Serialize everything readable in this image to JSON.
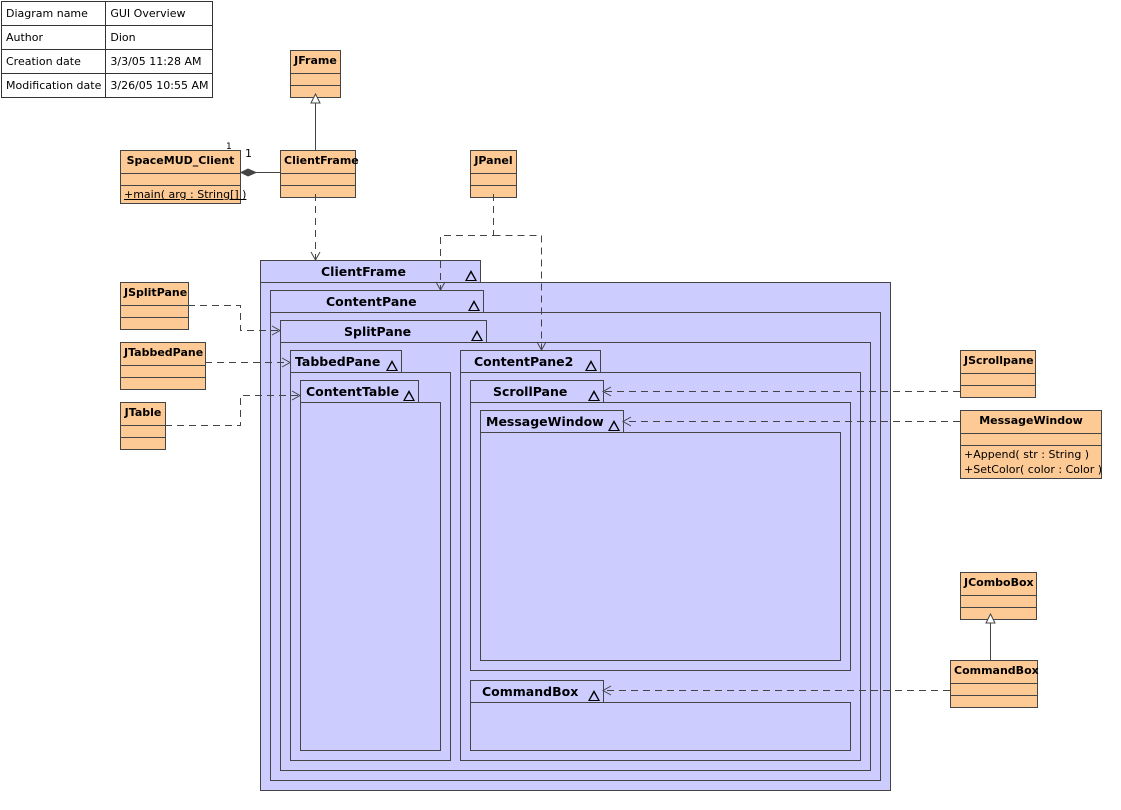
{
  "info": [
    {
      "label": "Diagram name",
      "value": "GUI Overview"
    },
    {
      "label": "Author",
      "value": "Dion"
    },
    {
      "label": "Creation date",
      "value": "3/3/05 11:28 AM"
    },
    {
      "label": "Modification date",
      "value": "3/26/05 10:55 AM"
    }
  ],
  "classes": {
    "jframe": {
      "name": "JFrame"
    },
    "spacemud": {
      "name": "SpaceMUD_Client",
      "ops": [
        "+main( arg : String[] )"
      ]
    },
    "clientframe": {
      "name": "ClientFrame"
    },
    "jpanel": {
      "name": "JPanel"
    },
    "jsplitpane": {
      "name": "JSplitPane"
    },
    "jtabbedpane": {
      "name": "JTabbedPane"
    },
    "jtable": {
      "name": "JTable"
    },
    "jscrollpane": {
      "name": "JScrollpane"
    },
    "messagewindow": {
      "name": "MessageWindow",
      "ops": [
        "+Append( str : String )",
        "+SetColor( color : Color )"
      ]
    },
    "jcombobox": {
      "name": "JComboBox"
    },
    "commandbox": {
      "name": "CommandBox"
    }
  },
  "multiplicity": {
    "left": "1",
    "right": "1"
  },
  "parts": {
    "clientframe": "ClientFrame",
    "contentpane": "ContentPane",
    "splitpane": "SplitPane",
    "tabbedpane": "TabbedPane",
    "contenttable": "ContentTable",
    "contentpane2": "ContentPane2",
    "scrollpane": "ScrollPane",
    "messagewindow": "MessageWindow",
    "commandbox": "CommandBox"
  }
}
